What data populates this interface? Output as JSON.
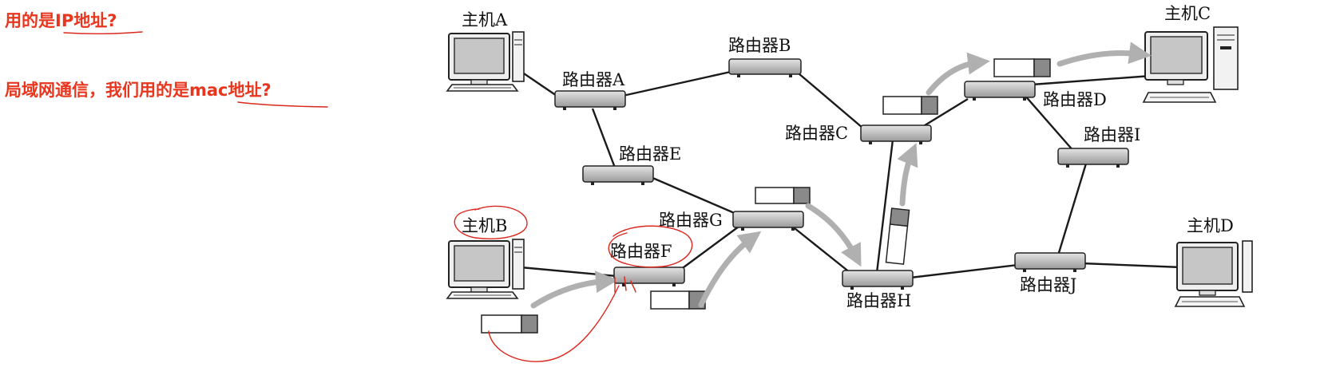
{
  "notes": [
    {
      "id": "q1",
      "text": "用的是IP地址?"
    },
    {
      "id": "q2",
      "text": "局域网通信，我们用的是mac地址?"
    }
  ],
  "hosts": [
    {
      "id": "hostA",
      "label": "主机A"
    },
    {
      "id": "hostB",
      "label": "主机B"
    },
    {
      "id": "hostC",
      "label": "主机C"
    },
    {
      "id": "hostD",
      "label": "主机D"
    }
  ],
  "routers": [
    {
      "id": "rA",
      "label": "路由器A"
    },
    {
      "id": "rB",
      "label": "路由器B"
    },
    {
      "id": "rC",
      "label": "路由器C"
    },
    {
      "id": "rD",
      "label": "路由器D"
    },
    {
      "id": "rE",
      "label": "路由器E"
    },
    {
      "id": "rF",
      "label": "路由器F"
    },
    {
      "id": "rG",
      "label": "路由器G"
    },
    {
      "id": "rH",
      "label": "路由器H"
    },
    {
      "id": "rI",
      "label": "路由器I"
    },
    {
      "id": "rJ",
      "label": "路由器J"
    }
  ],
  "links": [
    [
      "hostA",
      "rA"
    ],
    [
      "rA",
      "rB"
    ],
    [
      "rB",
      "rC"
    ],
    [
      "rA",
      "rE"
    ],
    [
      "rE",
      "rG"
    ],
    [
      "hostB",
      "rF"
    ],
    [
      "rF",
      "rG"
    ],
    [
      "rG",
      "rH"
    ],
    [
      "rH",
      "rC"
    ],
    [
      "rC",
      "rD"
    ],
    [
      "rD",
      "hostC"
    ],
    [
      "rD",
      "rI"
    ],
    [
      "rI",
      "rJ"
    ],
    [
      "rH",
      "rJ"
    ],
    [
      "rJ",
      "hostD"
    ]
  ],
  "packet_route": [
    "hostB",
    "rF",
    "rG",
    "rH",
    "rC",
    "rD",
    "hostC"
  ],
  "colors": {
    "note_text": "#e8361e",
    "handwriting": "#d9281e",
    "packet_header": "#8a8a8a",
    "arrow": "#b0b0b0",
    "line": "#1a1a1a"
  }
}
